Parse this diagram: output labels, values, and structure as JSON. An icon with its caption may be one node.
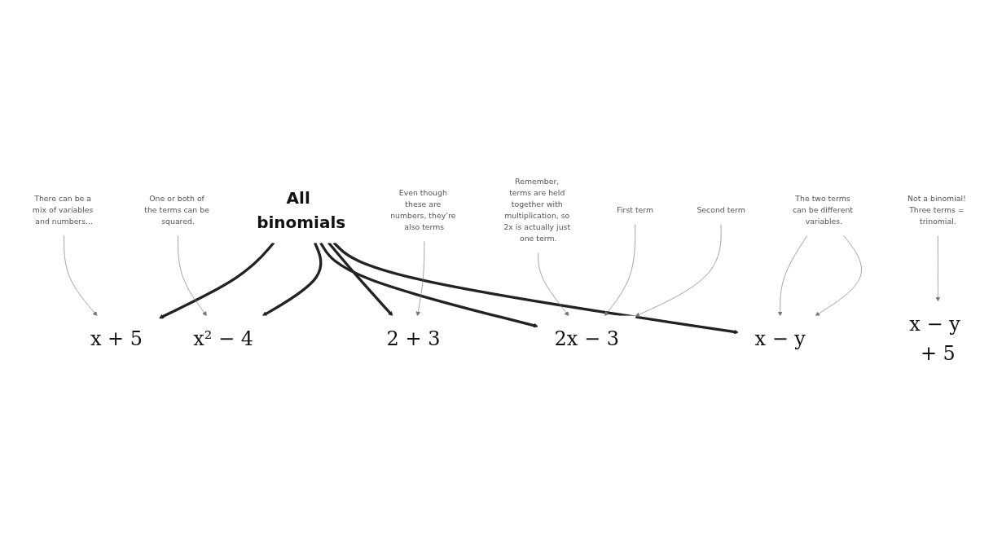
{
  "diagram": {
    "nodes": [
      {
        "text": [
          "All binomials"
        ]
      },
      {
        "text": [
          "x + 5"
        ]
      },
      {
        "text": [
          "x² − 4"
        ]
      },
      {
        "text": [
          "2x − 3"
        ]
      },
      {
        "text": [
          "2 + 3"
        ]
      },
      {
        "text": [
          "x − y"
        ]
      },
      {
        "text": [
          "x − y + 5"
        ]
      },
      {
        "text": [
          "There can be a mix of variables and numbers..."
        ]
      },
      {
        "text": [
          "One or both of the terms can be squared."
        ]
      },
      {
        "text": [
          "Remember, terms are held together with multiplication, so 2x is actually just one term."
        ]
      },
      {
        "text": [
          "First term"
        ]
      },
      {
        "text": [
          "Second term"
        ]
      },
      {
        "text": [
          "Even though these are numbers, they’re also terms"
        ]
      },
      {
        "text": [
          "The two terms can be different variables."
        ]
      },
      {
        "text": [
          "Not a binomial! Three terms = trinomial."
        ]
      }
    ],
    "edges": [
      {
        "from": 0,
        "to": 1,
        "arrow": "to",
        "style": "thick",
        "color": "#222222"
      },
      {
        "from": 0,
        "to": 2,
        "arrow": "to",
        "style": "thick",
        "color": "#222222"
      },
      {
        "from": 0,
        "to": 3,
        "arrow": "to",
        "style": "thick",
        "color": "#222222"
      },
      {
        "from": 0,
        "to": 4,
        "arrow": "to",
        "style": "thick",
        "color": "#222222"
      },
      {
        "from": 0,
        "to": 5,
        "arrow": "to",
        "style": "thick",
        "color": "#222222"
      },
      {
        "from": 7,
        "to": 1,
        "arrow": "to"
      },
      {
        "from": 8,
        "to": 2,
        "arrow": "to"
      },
      {
        "from": 9,
        "to": 3,
        "arrow": "to"
      },
      {
        "from": 10,
        "to": 3,
        "arrow": "to"
      },
      {
        "from": 11,
        "to": 3,
        "arrow": "to"
      },
      {
        "from": 12,
        "to": 4,
        "arrow": "to"
      },
      {
        "from": 13,
        "to": 5,
        "arrow": "to"
      },
      {
        "from": 13,
        "to": 5,
        "arrow": "to"
      },
      {
        "from": 14,
        "to": 6,
        "arrow": "to"
      }
    ]
  }
}
